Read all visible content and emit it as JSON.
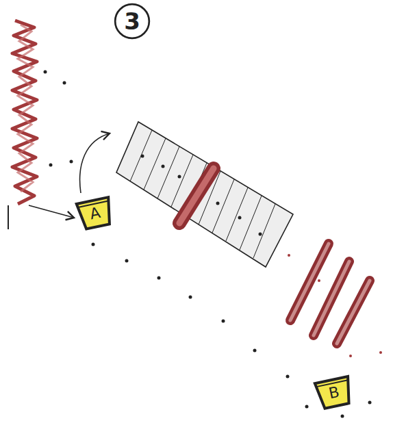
{
  "diagram": {
    "nodes": [
      {
        "text": [
          "3"
        ]
      },
      {
        "text": [
          "A"
        ]
      },
      {
        "text": [
          "B"
        ]
      }
    ]
  }
}
